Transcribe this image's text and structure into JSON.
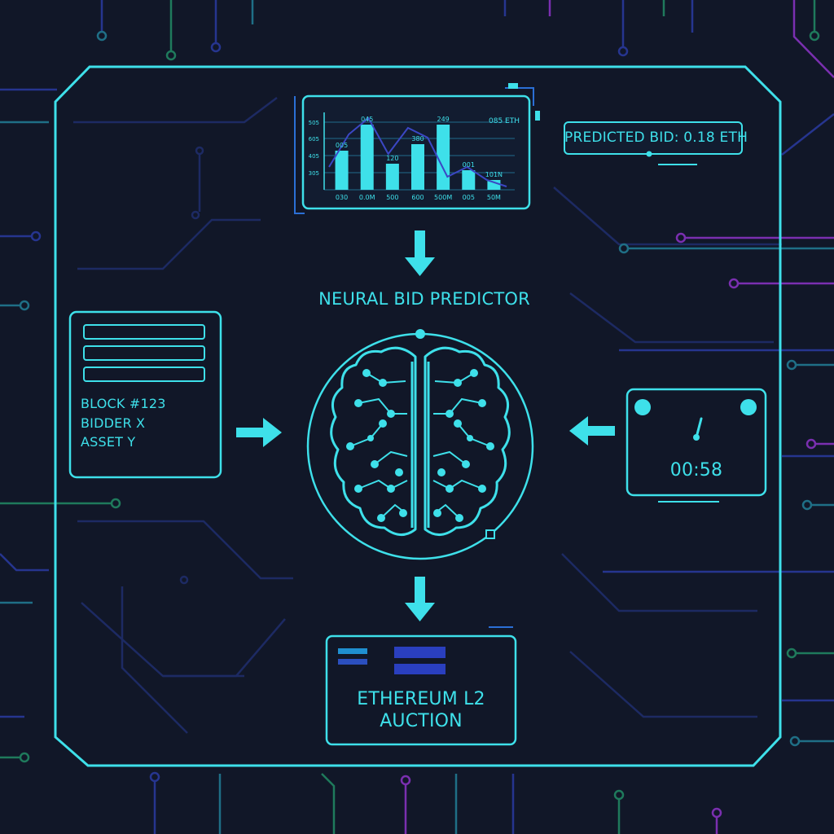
{
  "colors": {
    "background": "#111728",
    "accent": "#3ee0ea",
    "trace_blue": "#26358f",
    "trace_green": "#1f7a5c",
    "trace_purple": "#7a2fb0",
    "trace_teal": "#1f6f86"
  },
  "title": "NEURAL BID PREDICTOR",
  "prediction": {
    "label": "PREDICTED BID: 0.18 ETH"
  },
  "input_card": {
    "lines": [
      "BLOCK #123",
      "BIDDER X",
      "ASSET Y"
    ]
  },
  "timer": {
    "value": "00:58"
  },
  "output": {
    "line1": "ETHEREUM L2",
    "line2": "AUCTION"
  },
  "icons": {
    "chart": "bar-line-chart-icon",
    "brain": "brain-circuit-icon",
    "timer": "stopwatch-icon",
    "arrow": "arrow-icon"
  },
  "chart_data": {
    "type": "bar",
    "title": "",
    "corner_label": "085 ETH",
    "yticks": [
      "505",
      "605",
      "405",
      "305"
    ],
    "xticks": [
      "030",
      "0.0M",
      "500",
      "600",
      "500M",
      "005",
      "50M"
    ],
    "values": [
      0.6,
      1.0,
      0.4,
      0.7,
      1.0,
      0.3,
      0.15
    ],
    "bar_labels": [
      "005",
      "045",
      "120",
      "380",
      "249",
      "001",
      "101N"
    ],
    "line": [
      0.35,
      0.85,
      1.1,
      0.55,
      0.95,
      0.8,
      0.2,
      0.35,
      0.15,
      0.05
    ]
  }
}
